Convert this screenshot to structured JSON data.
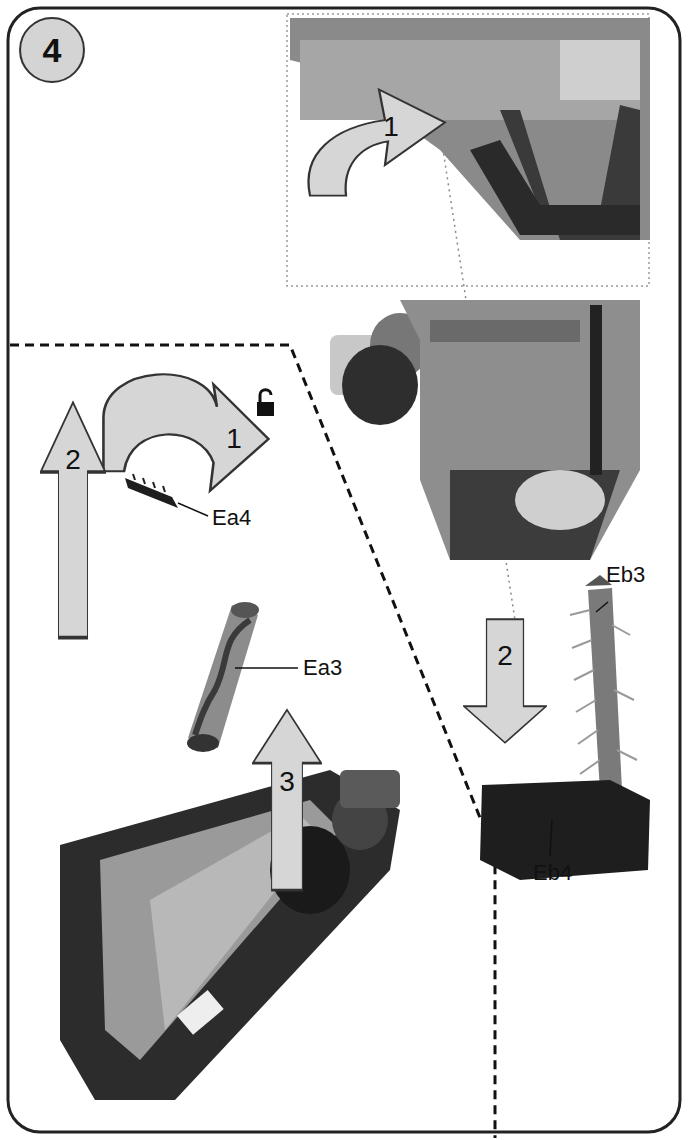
{
  "diagram": {
    "nodes": [
      {
        "text": [
          "4"
        ]
      },
      {
        "text": [
          "1"
        ]
      },
      {
        "text": [
          "1"
        ]
      },
      {
        "text": [
          "2"
        ]
      },
      {
        "text": [
          "2"
        ]
      },
      {
        "text": [
          "3"
        ]
      }
    ],
    "labels": [
      "Ea4",
      "Ea3",
      "Eb3",
      "Eb4"
    ]
  }
}
